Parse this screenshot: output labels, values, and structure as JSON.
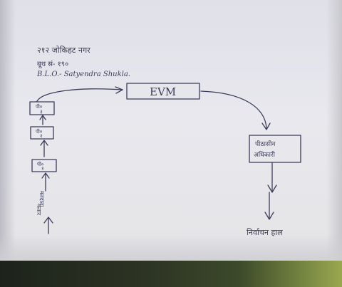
{
  "header": {
    "line1": "२१२ जोकिहट नगर",
    "line2": "बूथ सं- १९०",
    "line3": "B.L.O.- Satyendra Shukla."
  },
  "diagram": {
    "evm_label": "EVM",
    "officer_label_top": "पीठासीन",
    "officer_label_bottom": "अधिकारी",
    "result_label": "निर्वाचन हाल",
    "box_top_label_a": "पी०",
    "box_top_label_b": "३",
    "box_mid_label_a": "पी०",
    "box_mid_label_b": "२",
    "box_low_label_a": "पी०",
    "box_low_label_b": "१",
    "voter_label_a": "मतदाता",
    "voter_label_b": "कतार"
  }
}
